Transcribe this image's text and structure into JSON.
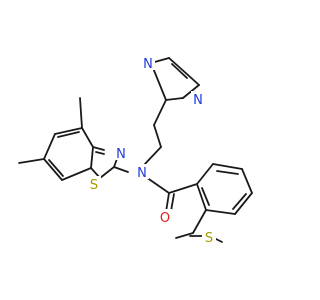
{
  "structure": {
    "atoms": {
      "n_pyrazole": {
        "text": "N",
        "color": "#1f3ad8"
      },
      "n_pyrazole_2": {
        "text": "N",
        "color": "#1f3ad8"
      },
      "n_thiazole": {
        "text": "N",
        "color": "#1f3ad8"
      },
      "n_amide": {
        "text": "N",
        "color": "#1f3ad8"
      },
      "s_thiazole": {
        "text": "S",
        "color": "#a59a00"
      },
      "o_carbonyl": {
        "text": "O",
        "color": "#e0201b"
      },
      "s_thioether": {
        "text": "S",
        "color": "#a59a00"
      }
    },
    "bond_color": "#1a1a1a"
  }
}
